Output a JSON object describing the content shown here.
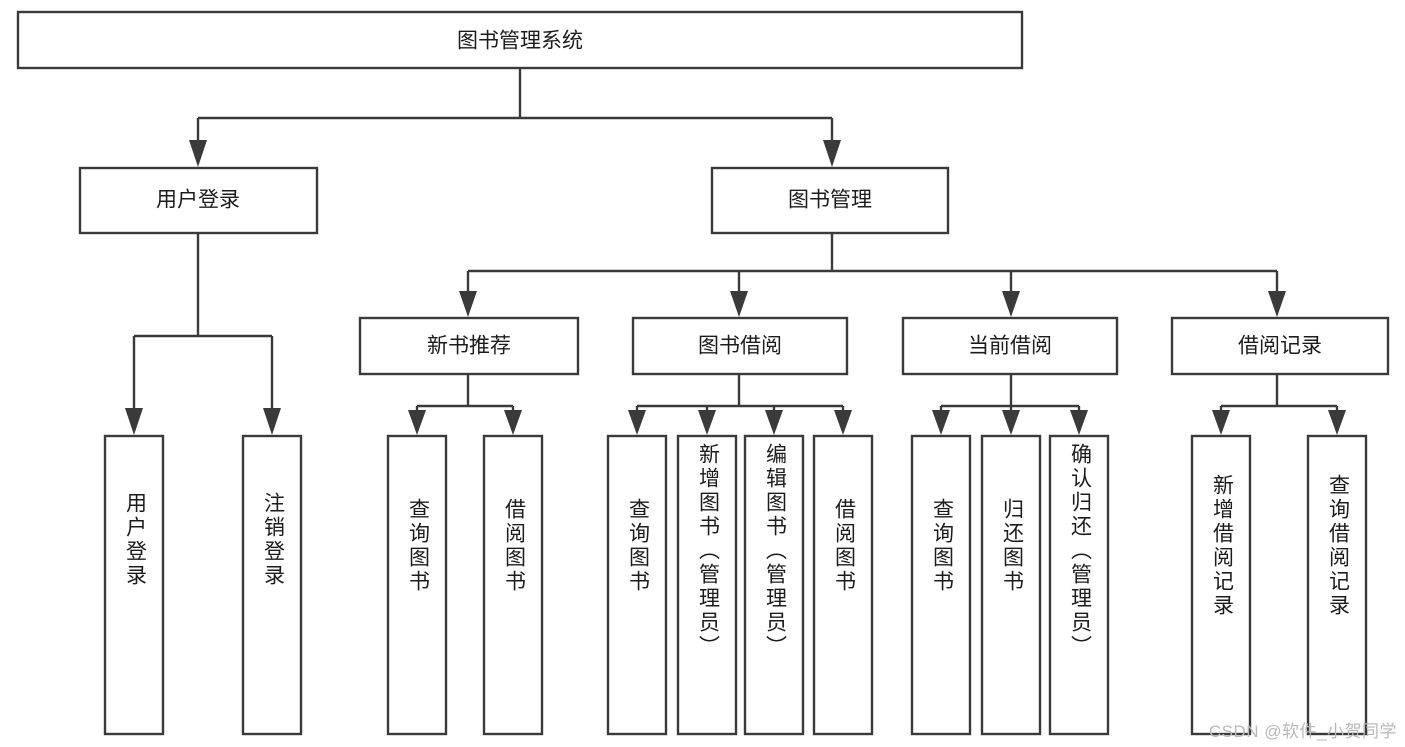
{
  "diagram": {
    "title": "图书管理系统",
    "type": "hierarchy-tree",
    "root": {
      "id": "root",
      "label": "图书管理系统",
      "orientation": "horizontal"
    },
    "level2": [
      {
        "id": "user-login",
        "label": "用户登录",
        "orientation": "horizontal"
      },
      {
        "id": "book-manage",
        "label": "图书管理",
        "orientation": "horizontal"
      }
    ],
    "level3": [
      {
        "id": "new-book-recommend",
        "label": "新书推荐",
        "orientation": "horizontal",
        "parent": "book-manage"
      },
      {
        "id": "book-borrow",
        "label": "图书借阅",
        "orientation": "horizontal",
        "parent": "book-manage"
      },
      {
        "id": "current-borrow",
        "label": "当前借阅",
        "orientation": "horizontal",
        "parent": "book-manage"
      },
      {
        "id": "borrow-record",
        "label": "借阅记录",
        "orientation": "horizontal",
        "parent": "book-manage"
      }
    ],
    "leaves": [
      {
        "id": "leaf-user-login",
        "label": "用户登录",
        "parent": "user-login"
      },
      {
        "id": "leaf-logout-login",
        "label": "注销登录",
        "parent": "user-login"
      },
      {
        "id": "leaf-query-book-1",
        "label": "查询图书",
        "parent": "new-book-recommend"
      },
      {
        "id": "leaf-borrow-book-1",
        "label": "借阅图书",
        "parent": "new-book-recommend"
      },
      {
        "id": "leaf-query-book-2",
        "label": "查询图书",
        "parent": "book-borrow"
      },
      {
        "id": "leaf-add-book",
        "label": "新增图书（管理员）",
        "parent": "book-borrow"
      },
      {
        "id": "leaf-edit-book",
        "label": "编辑图书（管理员）",
        "parent": "book-borrow"
      },
      {
        "id": "leaf-borrow-book-2",
        "label": "借阅图书",
        "parent": "book-borrow"
      },
      {
        "id": "leaf-query-book-3",
        "label": "查询图书",
        "parent": "current-borrow"
      },
      {
        "id": "leaf-return-book",
        "label": "归还图书",
        "parent": "current-borrow"
      },
      {
        "id": "leaf-confirm-return",
        "label": "确认归还（管理员）",
        "parent": "current-borrow"
      },
      {
        "id": "leaf-add-record",
        "label": "新增借阅记录",
        "parent": "borrow-record"
      },
      {
        "id": "leaf-query-record",
        "label": "查询借阅记录",
        "parent": "borrow-record"
      }
    ],
    "colors": {
      "stroke": "#3a3a3a",
      "fill": "#ffffff",
      "text": "#1c1c1c",
      "watermark": "#b9b9b9"
    }
  },
  "watermark": {
    "text": "CSDN @软件_小贺同学"
  }
}
